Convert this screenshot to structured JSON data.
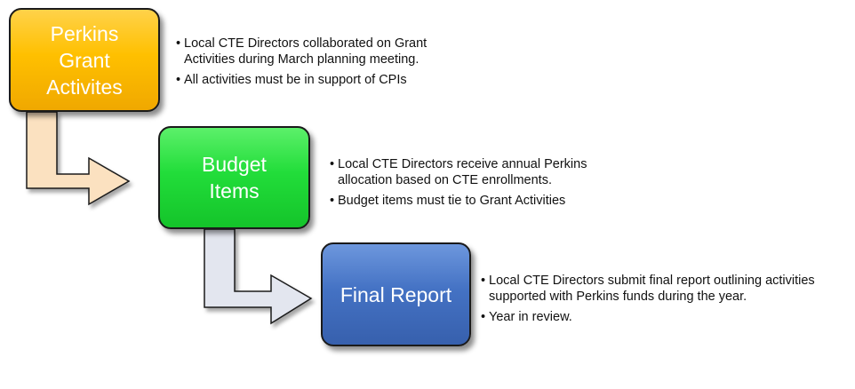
{
  "steps": [
    {
      "title_lines": [
        "Perkins",
        "Grant",
        "Activites"
      ],
      "notes": [
        "Local CTE Directors collaborated on Grant Activities during March planning meeting.",
        "All activities must be in support of CPIs"
      ]
    },
    {
      "title_lines": [
        "Budget",
        "Items"
      ],
      "notes": [
        "Local CTE Directors receive annual Perkins allocation based on CTE enrollments.",
        "Budget items must tie to Grant Activities"
      ]
    },
    {
      "title_lines": [
        "Final Report"
      ],
      "notes": [
        "Local CTE Directors submit final report outlining activities supported with Perkins funds during the year.",
        "Year in review."
      ]
    }
  ],
  "bullet_glyph": "•",
  "colors": {
    "step1": "#ffc000",
    "step2": "#22dd3a",
    "step3": "#4472c4",
    "arrow1": "#fbe1c0",
    "arrow2": "#e3e6ef",
    "outline": "#1a1a1a",
    "text": "#111111"
  }
}
